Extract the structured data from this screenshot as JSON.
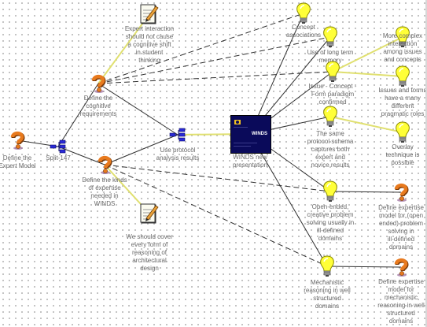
{
  "nodes": [
    {
      "id": "expert-model",
      "kind": "question",
      "label": "Define the Expert Model"
    },
    {
      "id": "split",
      "kind": "split",
      "label": "Split-147"
    },
    {
      "id": "cognitive-req",
      "kind": "question",
      "label": "Define the cognitive requirements"
    },
    {
      "id": "expertise-kinds",
      "kind": "question",
      "label": "Define the kinds of expertise needed in WINDS"
    },
    {
      "id": "note-interaction",
      "kind": "note",
      "label": "Expert interaction should not cause a cognitive shift in student thinking"
    },
    {
      "id": "note-reasoning",
      "kind": "note",
      "label": "We should cover every form of reasoning of architectural design"
    },
    {
      "id": "protocol",
      "kind": "split",
      "label": "Use protocol analysis results"
    },
    {
      "id": "winds",
      "kind": "image",
      "label": "WINDS new presentation",
      "image_text": "WINDS"
    },
    {
      "id": "concept-assoc",
      "kind": "idea",
      "label": "Concept associations"
    },
    {
      "id": "long-term",
      "kind": "idea",
      "label": "Use of long term memory"
    },
    {
      "id": "issue-concept",
      "kind": "idea",
      "label": "Issue - Concept - Form paradigm confirmed"
    },
    {
      "id": "protocol-schema",
      "kind": "idea",
      "label": "The same protocol schema captures both expert and novice results"
    },
    {
      "id": "open-ended",
      "kind": "idea",
      "label": "Open-ended, creative problem solving usually in ill-defined domains"
    },
    {
      "id": "mechanistic",
      "kind": "idea",
      "label": "Mechanistic reasoning in well structured domains"
    },
    {
      "id": "complex-interaction",
      "kind": "idea",
      "label": "More complex interaction among issues and concepts"
    },
    {
      "id": "issues-forms",
      "kind": "idea",
      "label": "Issues and forms have a many different pragmatic roles"
    },
    {
      "id": "overlay",
      "kind": "idea",
      "label": "Overlay technique is possible"
    },
    {
      "id": "def-open",
      "kind": "question",
      "label": "Define expertise model for (open ended) problem solving in ill-defined domains"
    },
    {
      "id": "def-mech",
      "kind": "question",
      "label": "Define expertise model for mechanistic reasoning in well structured domains"
    }
  ],
  "edges": [
    {
      "from": "expert-model",
      "to": "split",
      "style": "solid"
    },
    {
      "from": "split",
      "to": "cognitive-req",
      "style": "solid"
    },
    {
      "from": "split",
      "to": "expertise-kinds",
      "style": "solid"
    },
    {
      "from": "cognitive-req",
      "to": "note-interaction",
      "style": "note"
    },
    {
      "from": "expertise-kinds",
      "to": "note-reasoning",
      "style": "note"
    },
    {
      "from": "cognitive-req",
      "to": "protocol",
      "style": "solid"
    },
    {
      "from": "expertise-kinds",
      "to": "protocol",
      "style": "solid"
    },
    {
      "from": "protocol",
      "to": "winds",
      "style": "note"
    },
    {
      "from": "cognitive-req",
      "to": "concept-assoc",
      "style": "dashed"
    },
    {
      "from": "cognitive-req",
      "to": "long-term",
      "style": "dashed"
    },
    {
      "from": "cognitive-req",
      "to": "issue-concept",
      "style": "dashed"
    },
    {
      "from": "expertise-kinds",
      "to": "open-ended",
      "style": "dashed"
    },
    {
      "from": "expertise-kinds",
      "to": "mechanistic",
      "style": "dashed"
    },
    {
      "from": "winds",
      "to": "concept-assoc",
      "style": "solid"
    },
    {
      "from": "winds",
      "to": "long-term",
      "style": "solid"
    },
    {
      "from": "winds",
      "to": "issue-concept",
      "style": "solid"
    },
    {
      "from": "winds",
      "to": "protocol-schema",
      "style": "solid"
    },
    {
      "from": "winds",
      "to": "open-ended",
      "style": "solid"
    },
    {
      "from": "winds",
      "to": "mechanistic",
      "style": "solid"
    },
    {
      "from": "issue-concept",
      "to": "complex-interaction",
      "style": "note"
    },
    {
      "from": "issue-concept",
      "to": "issues-forms",
      "style": "note"
    },
    {
      "from": "protocol-schema",
      "to": "overlay",
      "style": "note"
    },
    {
      "from": "open-ended",
      "to": "def-open",
      "style": "solid"
    },
    {
      "from": "mechanistic",
      "to": "def-mech",
      "style": "solid"
    }
  ],
  "colors": {
    "question_orange": "#e87a1e",
    "question_shadow": "#7a3a08",
    "idea_yellow": "#ffff38",
    "idea_outline": "#8a8a00",
    "split_blue": "#2a2ad8",
    "note_line": "#e0e070",
    "link_line": "#303030",
    "winds_bg": "#0a0a5a"
  }
}
